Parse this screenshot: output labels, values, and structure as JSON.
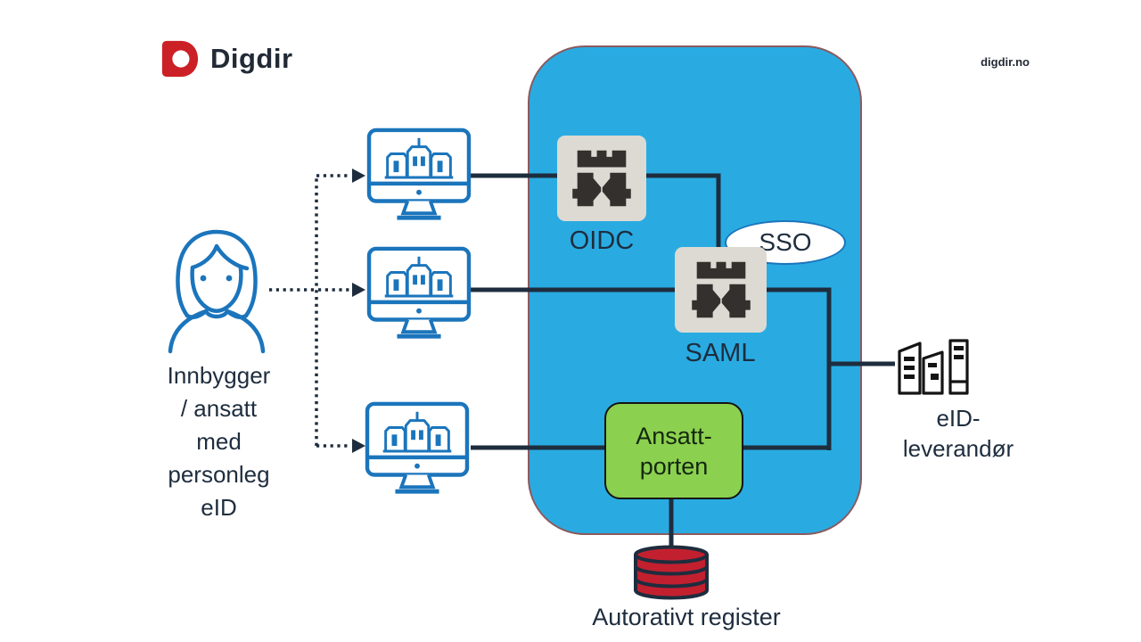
{
  "header": {
    "brand": "Digdir",
    "site": "digdir.no"
  },
  "actor": {
    "label": "Innbygger\n/ ansatt\nmed\npersonleg\neID",
    "icon": "citizen-person-icon"
  },
  "devices": [
    {
      "icon": "monitor-portal-icon"
    },
    {
      "icon": "monitor-portal-icon"
    },
    {
      "icon": "monitor-portal-icon"
    }
  ],
  "platform": {
    "oidc_label": "OIDC",
    "saml_label": "SAML",
    "sso_label": "SSO",
    "ansattporten_label": "Ansatt-\nporten",
    "idporten_icon": "castle-gate-icon"
  },
  "register": {
    "label": "Autorativt register",
    "icon": "database-cylinder-icon"
  },
  "eid_provider": {
    "label": "eID-\nleverandør",
    "icon": "office-buildings-icon"
  },
  "colors": {
    "container_blue": "#29ABE2",
    "container_border": "#8A5A5E",
    "device_blue": "#1B75BC",
    "ink_navy": "#1E2D3E",
    "castle_background": "#DCDAD3",
    "castle_glyph": "#33302D",
    "ansattporten_green": "#8CD04F",
    "database_red": "#C3202F",
    "brand_red": "#CB2026"
  }
}
